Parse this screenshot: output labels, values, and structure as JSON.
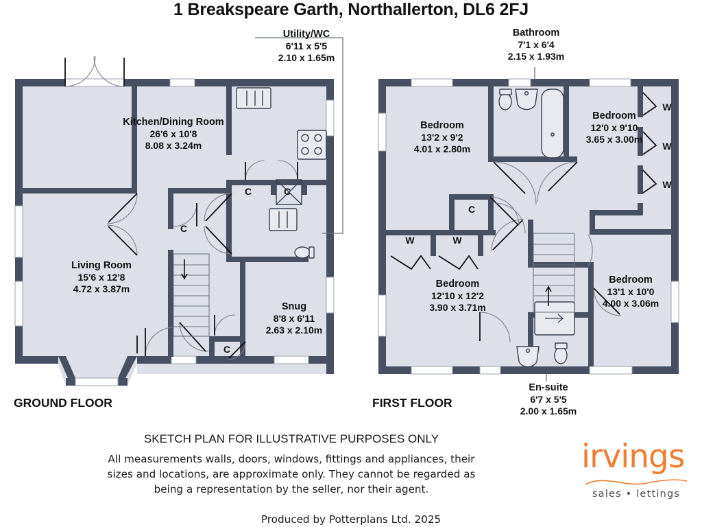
{
  "title": "1 Breakspeare Garth, Northallerton, DL6 2FJ",
  "floors": [
    {
      "id": "ground",
      "label": "GROUND FLOOR"
    },
    {
      "id": "first",
      "label": "FIRST FLOOR"
    }
  ],
  "rooms": {
    "kitchen": {
      "name": "Kitchen/Dining Room",
      "imperial": "26'6 x 10'8",
      "metric": "8.08 x 3.24m"
    },
    "utility": {
      "name": "Utility/WC",
      "imperial": "6'11 x 5'5",
      "metric": "2.10 x 1.65m"
    },
    "living": {
      "name": "Living Room",
      "imperial": "15'6 x 12'8",
      "metric": "4.72 x 3.87m"
    },
    "snug": {
      "name": "Snug",
      "imperial": "8'8 x 6'11",
      "metric": "2.63 x 2.10m"
    },
    "bathroom": {
      "name": "Bathroom",
      "imperial": "7'1 x 6'4",
      "metric": "2.15 x 1.93m"
    },
    "ensuite": {
      "name": "En-suite",
      "imperial": "6'7 x 5'5",
      "metric": "2.00 x 1.65m"
    },
    "bedroom1": {
      "name": "Bedroom",
      "imperial": "13'2 x 9'2",
      "metric": "4.01 x 2.80m"
    },
    "bedroom2": {
      "name": "Bedroom",
      "imperial": "12'0 x 9'10",
      "metric": "3.65 x 3.00m"
    },
    "bedroom3": {
      "name": "Bedroom",
      "imperial": "12'10 x 12'2",
      "metric": "3.90 x 3.71m"
    },
    "bedroom4": {
      "name": "Bedroom",
      "imperial": "13'1 x 10'0",
      "metric": "4.00 x 3.06m"
    }
  },
  "markers": {
    "cupboard": "C",
    "wardrobe": "W"
  },
  "footer": {
    "sketch_note": "SKETCH PLAN FOR ILLUSTRATIVE PURPOSES ONLY",
    "disclaimer_line1": "All measurements walls, doors, windows, fittings and appliances, their",
    "disclaimer_line2": "sizes and locations, are approximate only. They cannot be regarded as",
    "disclaimer_line3": "being a representation by the seller, nor their agent.",
    "produced_by": "Produced by Potterplans Ltd. 2025"
  },
  "logo": {
    "wordmark": "irvings",
    "tagline": "sales • lettings",
    "color": "#ef7d33"
  },
  "colors": {
    "wall": "#474f63",
    "floor": "#dde0e8",
    "fixture_stroke": "#3a3f4f",
    "window": "#ffffff",
    "text": "#111111"
  }
}
